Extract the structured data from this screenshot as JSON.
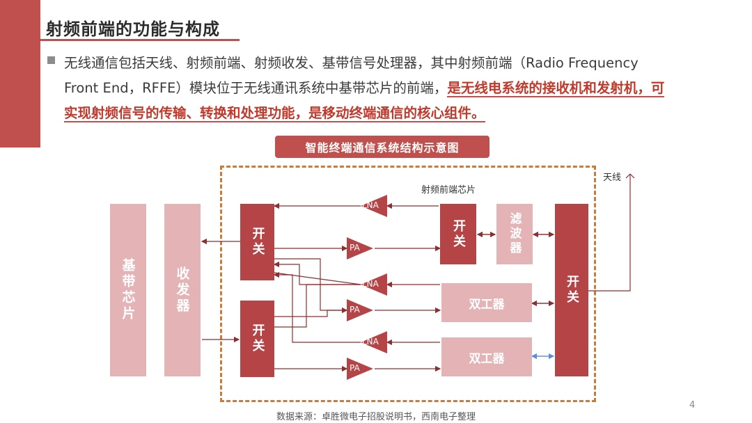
{
  "slide": {
    "title": "射频前端的功能与构成",
    "bullet_text_plain": "无线通信包括天线、射频前端、射频收发、基带信号处理器，其中射频前端（Radio Frequency Front End，RFFE）模块位于无线通讯系统中基带芯片的前端，",
    "bullet_text_highlight": "是无线电系统的接收机和发射机，可实现射频信号的传输、转换和处理功能，是移动终端通信的核心组件。",
    "page_number": "4",
    "source": "数据来源：卓胜微电子招股说明书，西南电子整理"
  },
  "diagram": {
    "title": "智能终端通信系统结构示意图",
    "rffe_label": "射频前端芯片",
    "antenna_label": "天线",
    "baseband": "基带芯片",
    "transceiver": "收发器",
    "switch": "开关",
    "lna": "LNA",
    "pa": "PA",
    "filter": "滤波器",
    "duplexer": "双工器"
  },
  "colors": {
    "accent": "#c0504d",
    "dark_block": "#b54446",
    "light_block": "#e3b3b5",
    "rffe_border": "#c87c3c",
    "wire": "#8a2f32"
  }
}
